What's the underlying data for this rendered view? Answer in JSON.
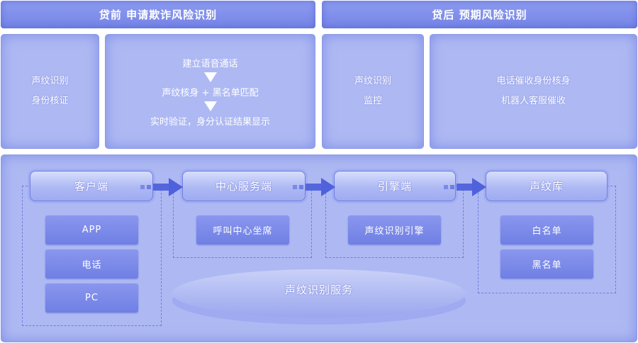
{
  "header": {
    "left_title": "贷前  申请欺诈风险识别",
    "right_title": "贷后  预期风险识别"
  },
  "pre_loan": {
    "card1": {
      "line1": "声纹识别",
      "line2": "身份核证"
    },
    "flow": {
      "step1": "建立语音通话",
      "step2": "声纹核身 + 黑名单匹配",
      "step3": "实时验证，身分认证结果显示"
    }
  },
  "post_loan": {
    "card1": {
      "line1": "声纹识别",
      "line2": "监控"
    },
    "card2": {
      "line1": "电话催收身份核身",
      "line2": "机器人客服催收"
    }
  },
  "architecture": {
    "nodes": [
      "客户端",
      "中心服务端",
      "引擎端",
      "声纹库"
    ],
    "client_items": [
      "APP",
      "电话",
      "PC"
    ],
    "center_item": "呼叫中心坐席",
    "engine_item": "声纹识别引擎",
    "library_items": [
      "白名单",
      "黑名单"
    ],
    "platform_label": "声纹识别服务"
  },
  "colors": {
    "panel": "#aeb9f3",
    "bar": "#7f8ee9",
    "accent": "#4f61db"
  }
}
